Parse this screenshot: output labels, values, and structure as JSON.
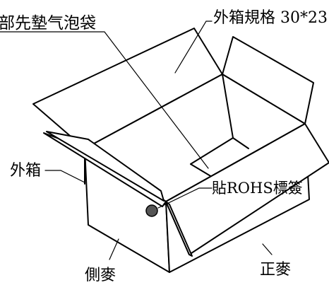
{
  "labels": {
    "top_left_note": "部先墊气泡袋",
    "outer_box_spec": "外箱規格 30*23",
    "outer_box": "外箱",
    "rohs_label": "貼ROHS標簽",
    "side_mark": "側麥",
    "front_mark": "正麥"
  },
  "colors": {
    "ink": "#000000",
    "background": "#ffffff",
    "sticker": "#555555"
  }
}
